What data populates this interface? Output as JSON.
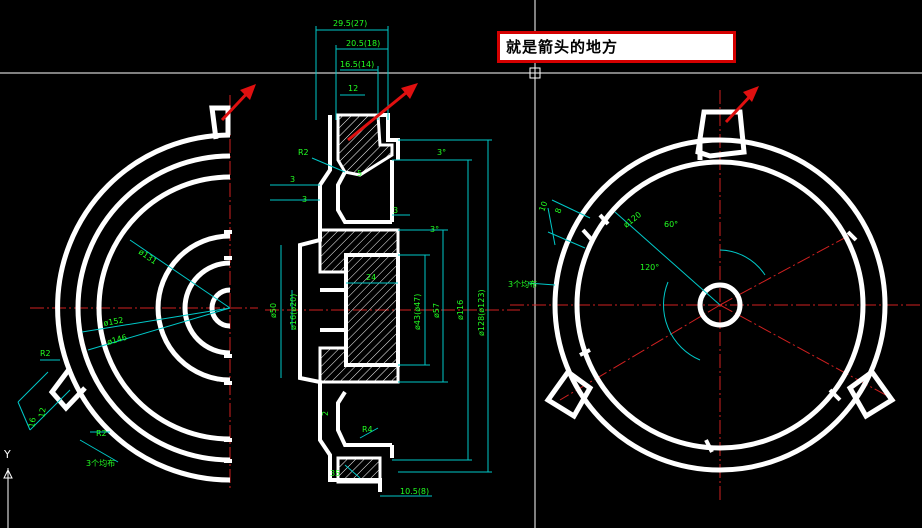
{
  "callout": {
    "text": "就是箭头的地方"
  },
  "colors": {
    "background": "#000000",
    "outline": "#ffffff",
    "dimension": "#00c8c8",
    "dim_text": "#22ff22",
    "centerline": "#d02020",
    "arrow": "#e01010",
    "crosshair": "#ffffff",
    "callout_border": "#d40000"
  },
  "ucs": {
    "y_label": "Y"
  },
  "left_view": {
    "dims": {
      "r131": "ø131",
      "r152": "ø152",
      "r146": "ø146",
      "r2a": "R2",
      "r2b": "R2",
      "d12": "12",
      "d16": "16",
      "count": "3个均布"
    }
  },
  "section_view": {
    "dims": {
      "w29": "29.5(27)",
      "w20": "20.5(18)",
      "w16": "16.5(14)",
      "w12": "12",
      "r2": "R2",
      "d3a": "3",
      "d3b": "3",
      "d5": "5",
      "d3c": "3",
      "ang3a": "3°",
      "ang3b": "3°",
      "d24": "24",
      "phi50": "ø50",
      "phi16": "ø16(ø20)",
      "phi43": "ø43(ø47)",
      "phi57": "ø57",
      "phi116": "ø116",
      "phi128": "ø128(ø123)",
      "r4": "R4",
      "d35": "35",
      "d10": "10.5(8)",
      "d2": "2"
    }
  },
  "right_view": {
    "dims": {
      "phi120": "ø120",
      "ang60": "60°",
      "ang120": "120°",
      "d10": "10",
      "d8": "8",
      "count": "3个均布"
    }
  }
}
